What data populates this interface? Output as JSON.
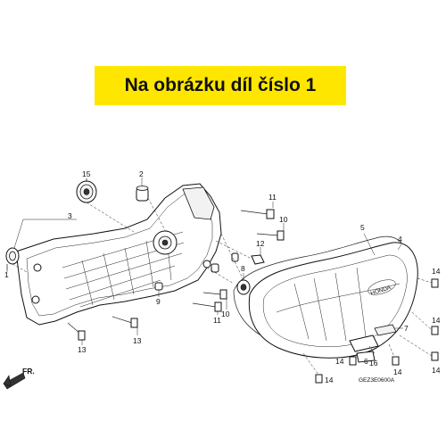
{
  "banner": {
    "text": "Na obrázku díl číslo 1"
  },
  "callouts": {
    "c1": "1",
    "c2": "2",
    "c3": "3",
    "c4": "4",
    "c5": "5",
    "c6": "6",
    "c7": "7",
    "c8": "8",
    "c9": "9",
    "c10a": "10",
    "c10b": "10",
    "c11a": "11",
    "c11b": "11",
    "c12": "12",
    "c13a": "13",
    "c13b": "13",
    "c14a": "14",
    "c14b": "14",
    "c14c": "14",
    "c14d": "14",
    "c14e": "14",
    "c14f": "14",
    "c15": "15",
    "c16": "16"
  },
  "direction_label": "FR.",
  "diagram_code": "GEZ3E0600A",
  "logo_text": "HONDA"
}
